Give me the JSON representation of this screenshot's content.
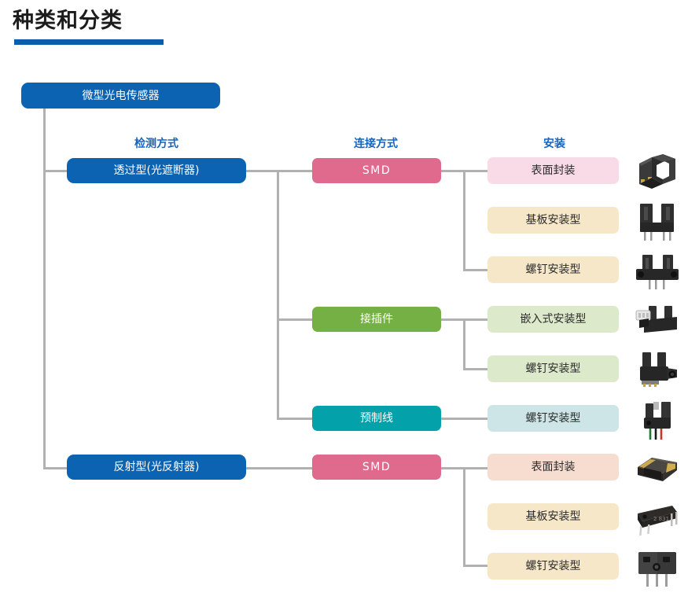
{
  "page": {
    "title": "种类和分类",
    "accent_color": "#0b5cad"
  },
  "colors": {
    "root_blue": "#0b63b2",
    "level1_blue": "#0b63b2",
    "smd_pink": "#df6a8e",
    "connector_green": "#74b043",
    "cable_teal": "#03a2ab",
    "leaf_pink": "#f8dbe6",
    "leaf_beige": "#f6e7c8",
    "leaf_green": "#dde9cb",
    "leaf_teal": "#cde5e6",
    "leaf_salmon": "#f7ddd0",
    "line_gray": "#b1b1b1",
    "header_blue": "#1565c0"
  },
  "headers": {
    "detection": "检测方式",
    "connection": "连接方式",
    "mounting": "安装"
  },
  "root": {
    "label": "微型光电传感器"
  },
  "branches": [
    {
      "id": "transmissive",
      "label": "透过型(光遮断器)",
      "connections": [
        {
          "id": "smd-1",
          "label": "SMD",
          "mountings": [
            {
              "label": "表面封装",
              "photo": "photointerrupter-smd-surface"
            },
            {
              "label": "基板安装型",
              "photo": "photointerrupter-pcb-through-hole"
            },
            {
              "label": "螺钉安装型",
              "photo": "photointerrupter-screw-mount"
            }
          ]
        },
        {
          "id": "connector",
          "label": "接插件",
          "mountings": [
            {
              "label": "嵌入式安装型",
              "photo": "photointerrupter-connector-embedded"
            },
            {
              "label": "螺钉安装型",
              "photo": "photointerrupter-connector-screw"
            }
          ]
        },
        {
          "id": "cable",
          "label": "预制线",
          "mountings": [
            {
              "label": "螺钉安装型",
              "photo": "photointerrupter-cable-screw"
            }
          ]
        }
      ]
    },
    {
      "id": "reflective",
      "label": "反射型(光反射器)",
      "connections": [
        {
          "id": "smd-2",
          "label": "SMD",
          "mountings": [
            {
              "label": "表面封装",
              "photo": "photoreflector-smd-chip"
            },
            {
              "label": "基板安装型",
              "photo": "photoreflector-pcb-flat"
            },
            {
              "label": "螺钉安装型",
              "photo": "photoreflector-screw-block"
            }
          ]
        }
      ]
    }
  ]
}
